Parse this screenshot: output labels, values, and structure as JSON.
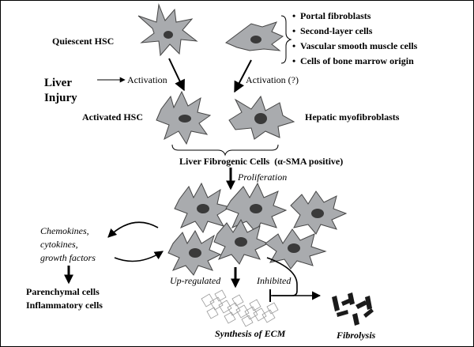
{
  "labels": {
    "quiescent_hsc": "Quiescent HSC",
    "liver_injury_line1": "Liver",
    "liver_injury_line2": "Injury",
    "activation": "Activation",
    "activation_q": "Activation (?)",
    "activated_hsc": "Activated HSC",
    "hepatic_myofibroblasts": "Hepatic myofibroblasts",
    "fibrogenic_main": "Liver Fibrogenic Cells",
    "fibrogenic_paren": "(α-SMA positive)",
    "proliferation": "Proliferation",
    "chemokines_line1": "Chemokines,",
    "chemokines_line2": "cytokines,",
    "chemokines_line3": "growth factors",
    "parenchymal": "Parenchymal cells",
    "inflammatory": "Inflammatory cells",
    "upregulated": "Up-regulated",
    "inhibited": "Inhibited",
    "synthesis": "Synthesis of ECM",
    "fibrolysis": "Fibrolysis"
  },
  "bullets": [
    "Portal fibroblasts",
    "Second-layer cells",
    "Vascular smooth muscle cells",
    "Cells of bone marrow origin"
  ],
  "bullet_symbol": "•",
  "colors": {
    "cell_fill": "#a9abae",
    "nucleus": "#3a3a3a",
    "ecm_stroke": "#9a9a9a",
    "fibrolysis_fill": "#1a1a1a"
  }
}
